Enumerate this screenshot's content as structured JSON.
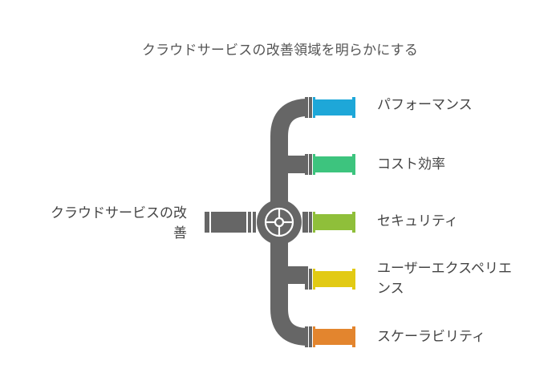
{
  "title": "クラウドサービスの改善領域を明らかにする",
  "source": {
    "label_line1": "クラウドサービスの改",
    "label_line2": "善"
  },
  "branches": [
    {
      "label": "パフォーマンス",
      "color": "#1ea7d8"
    },
    {
      "label": "コスト効率",
      "color": "#3dc47e"
    },
    {
      "label": "セキュリティ",
      "color": "#8fbf3a"
    },
    {
      "label_line1": "ユーザーエクスペリエ",
      "label_line2": "ンス",
      "color": "#e2ca14"
    },
    {
      "label": "スケーラビリティ",
      "color": "#e3852e"
    }
  ],
  "colors": {
    "pipe": "#666666",
    "flange": "#666666"
  }
}
